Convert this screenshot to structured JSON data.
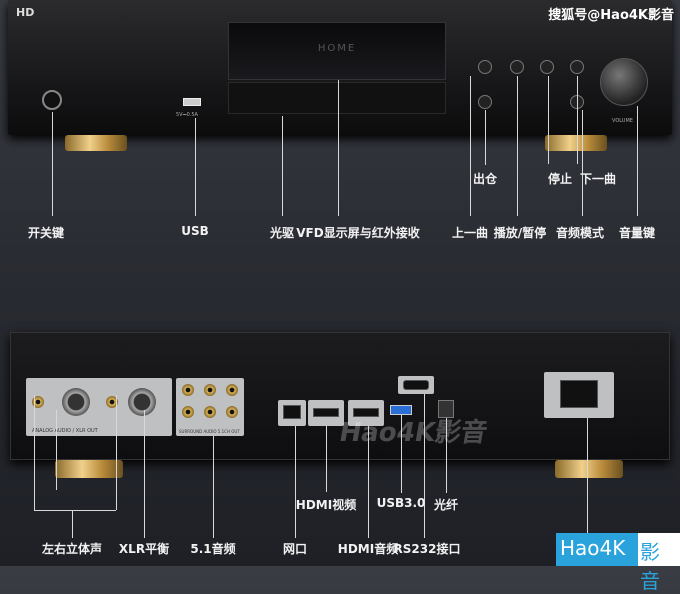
{
  "watermark_top": "搜狐号@Hao4K影音",
  "watermark_bottom": {
    "brand": "Hao4K",
    "suffix": "影音",
    "brand_color": "#2aa3dc"
  },
  "device_front": {
    "logo": "HD",
    "display_text": "HOME",
    "usb_port_label": "5V⎓0.5A",
    "volume_label": "VOLUME"
  },
  "front_labels": {
    "power": "开关键",
    "usb": "USB",
    "disc": "光驱",
    "vfd": "VFD显示屏与红外接收",
    "eject": "出仓",
    "prev": "上一曲",
    "play_pause": "播放/暂停",
    "stop": "停止",
    "audio_mode": "音频模式",
    "next": "下一曲",
    "volume": "音量键"
  },
  "device_rear": {
    "analog_panel_label": "ANALOG AUDIO / XLR OUT",
    "surround_panel_label": "SURROUND AUDIO 5.1CH OUT",
    "watermark": "Hao4K影音"
  },
  "rear_labels": {
    "stereo": "左右立体声",
    "xlr": "XLR平衡",
    "audio51": "5.1音频",
    "lan": "网口",
    "hdmi_video": "HDMI视频",
    "hdmi_audio": "HDMI音频",
    "usb3": "USB3.0",
    "rs232": "RS232接口",
    "optical": "光纤"
  }
}
